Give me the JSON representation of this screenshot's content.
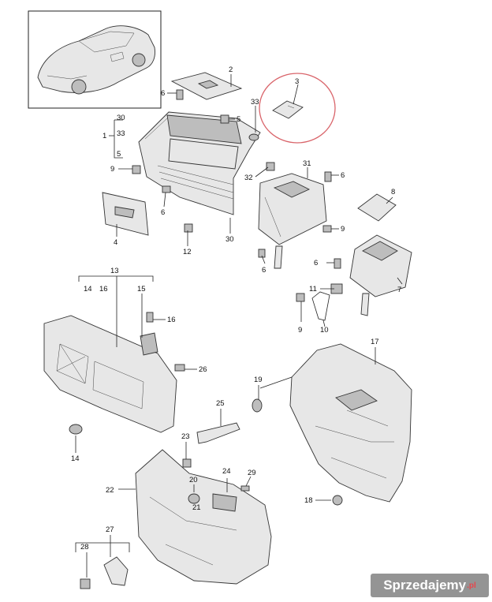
{
  "callouts": [
    "1",
    "2",
    "3",
    "4",
    "5",
    "6",
    "7",
    "8",
    "9",
    "10",
    "11",
    "12",
    "13",
    "14",
    "15",
    "16",
    "17",
    "18",
    "19",
    "20",
    "21",
    "22",
    "23",
    "24",
    "25",
    "26",
    "27",
    "28",
    "29",
    "30",
    "31",
    "32",
    "33"
  ],
  "group_labels": {
    "bracket_1_top": "30",
    "bracket_1_mid": "33",
    "bracket_1_bot": "5",
    "bracket_13_a": "14",
    "bracket_13_b": "16",
    "bracket_13_c": "15"
  },
  "watermark": "Sprzedajemy",
  "watermark_suffix": ".pl",
  "highlight_color": "#d9646a"
}
